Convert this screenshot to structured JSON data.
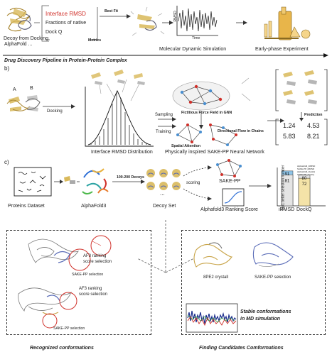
{
  "panel_a": {
    "decoy_caption_line1": "Decoy from Docking,",
    "decoy_caption_line2": "AlphaFold ...",
    "metrics": [
      "Interface RMSD",
      "Fractions of native",
      "Dock Q",
      "..."
    ],
    "metrics_label": "Metrics",
    "best_fit_label": "Best Fit",
    "rmsd_axis_label": "RMSD",
    "time_axis_label": "Time",
    "md_caption": "Molecular Dynamic Simulation",
    "early_caption": "Early-phase Experiment",
    "pipeline_title": "Drug Discovery Pipeline in Protein-Protein Complex"
  },
  "panel_b": {
    "label": "b)",
    "chain_a": "A",
    "chain_b": "B",
    "docking_label": "Docking",
    "distribution_caption": "Interface RMSD Distribution",
    "sampling_label": "Sampling",
    "training_label": "Training",
    "fictitious_label": "Fictitious Force Field in GNN",
    "spatial_label": "Spatial Attention",
    "directional_label": "Directional Flow in Chains",
    "network_caption": "Physically inspired SAKE-PP Neural Network",
    "prediction_label": "Prediction",
    "predictions": [
      "1.24",
      "4.53",
      "5.83",
      "8.21"
    ]
  },
  "panel_c": {
    "label": "c)",
    "proteins_caption": "Proteins Dataset",
    "alphafold_caption": "AlphaFold3",
    "decoys_label": "100-200 Decoys",
    "decoy_set_caption": "Decoy Set",
    "scoring_label": "scoring",
    "sake_caption": "SAKE-PP",
    "af3_rank_caption": "Alphafold3 Ranking Score",
    "chart_ylabel": "Top1 better selection number",
    "legend": [
      "Alphafold3_iRMSD",
      "SAKE-PP_iRMSD",
      "Alphafold3_DockQ",
      "SAKE-PP_DockQ"
    ]
  },
  "panel_d": {
    "af3_sel_1_line1": "AF3 ranking",
    "af3_sel_1_line2": "score selection",
    "sake_sel_1": "SAKE-PP selection",
    "af3_sel_2_line1": "AF3 ranking",
    "af3_sel_2_line2": "score selection",
    "sake_sel_2": "SAKE-PP selection",
    "left_caption": "Recognized conformations",
    "crystal_caption": "8PE2 crystall",
    "sake_sel_right": "SAKE-PP selection",
    "stable_line1": "Stable conformations",
    "stable_line2": "in MD simulation",
    "right_caption": "Finding Candidates Comformations"
  },
  "colors": {
    "accent_red": "#d0302a",
    "bar_blue": "#8ec4e8",
    "bar_gray": "#e4e4e4",
    "bar_yellow": "#f4e3a8",
    "protein_gold": "#c9a54a",
    "protein_blue": "#5b6db8"
  },
  "chart_data": {
    "type": "bar",
    "categories": [
      "iRMSD",
      "DockQ"
    ],
    "series": [
      {
        "name": "Alphafold3_iRMSD",
        "values": [
          81,
          null
        ]
      },
      {
        "name": "SAKE-PP_iRMSD",
        "values": [
          91,
          null
        ]
      },
      {
        "name": "Alphafold3_DockQ",
        "values": [
          null,
          72
        ]
      },
      {
        "name": "SAKE-PP_DockQ",
        "values": [
          null,
          80
        ]
      }
    ],
    "data_labels": {
      "iRMSD": [
        "91",
        "81"
      ],
      "DockQ": [
        "80",
        "72"
      ]
    },
    "ylabel": "Top1 better selection number",
    "ylim": [
      0,
      100
    ],
    "stacked_overlay": true
  }
}
